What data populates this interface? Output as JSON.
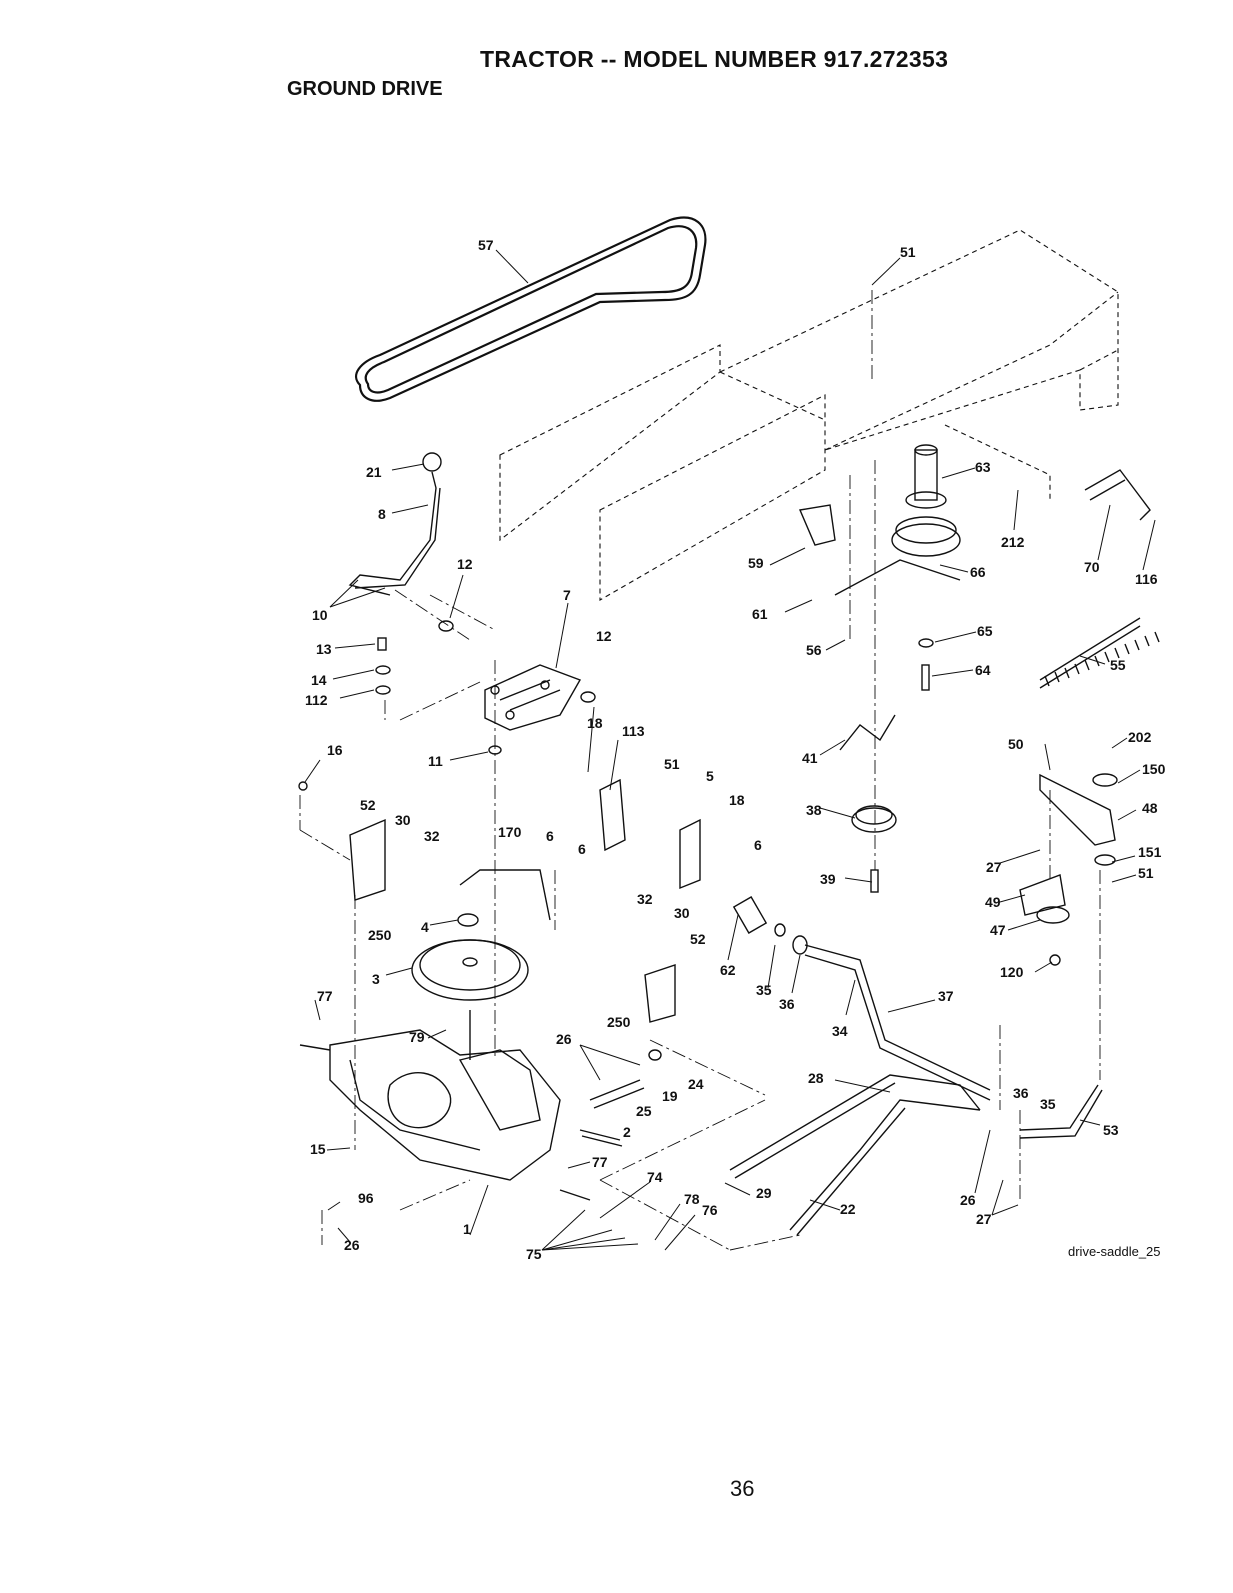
{
  "header": {
    "title": "TRACTOR -- MODEL NUMBER 917.272353",
    "subtitle": "GROUND DRIVE"
  },
  "diagram": {
    "callouts": [
      "57",
      "51",
      "21",
      "8",
      "12",
      "7",
      "10",
      "13",
      "14",
      "112",
      "12",
      "63",
      "212",
      "70",
      "116",
      "59",
      "66",
      "61",
      "65",
      "56",
      "64",
      "55",
      "18",
      "113",
      "41",
      "16",
      "11",
      "51",
      "5",
      "50",
      "202",
      "150",
      "52",
      "30",
      "32",
      "170",
      "6",
      "18",
      "6",
      "38",
      "48",
      "6",
      "27",
      "151",
      "39",
      "51",
      "49",
      "250",
      "4",
      "32",
      "30",
      "47",
      "52",
      "62",
      "35",
      "36",
      "120",
      "3",
      "77",
      "37",
      "250",
      "34",
      "79",
      "26",
      "24",
      "19",
      "28",
      "36",
      "35",
      "25",
      "2",
      "53",
      "15",
      "77",
      "74",
      "29",
      "78",
      "76",
      "22",
      "26",
      "96",
      "27",
      "1",
      "26",
      "75"
    ]
  },
  "footer": {
    "figure_ref": "drive-saddle_25",
    "page_number": "36"
  }
}
